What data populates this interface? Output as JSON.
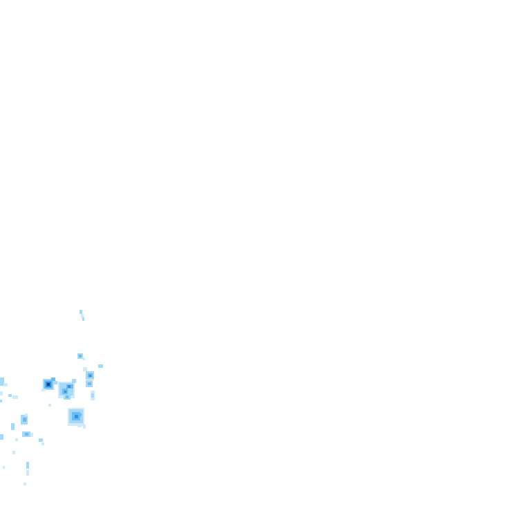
{
  "map": {
    "kind": "precipitation-radar-overlay",
    "background_color": "#ffffff",
    "intensity_colors": {
      "very_light": "#cfeafc",
      "light": "#a6d8f8",
      "moderate": "#6cbcf2",
      "heavy": "#2f8fe0",
      "very_heavy": "#1c5fb0",
      "core": "#143f7a"
    },
    "echo_regions": [
      "north-isolated-cell",
      "upper-cell",
      "east-cell",
      "west-edge-cell",
      "central-strong-cell",
      "central-cluster",
      "southern-cluster",
      "southwest-scatter"
    ]
  }
}
